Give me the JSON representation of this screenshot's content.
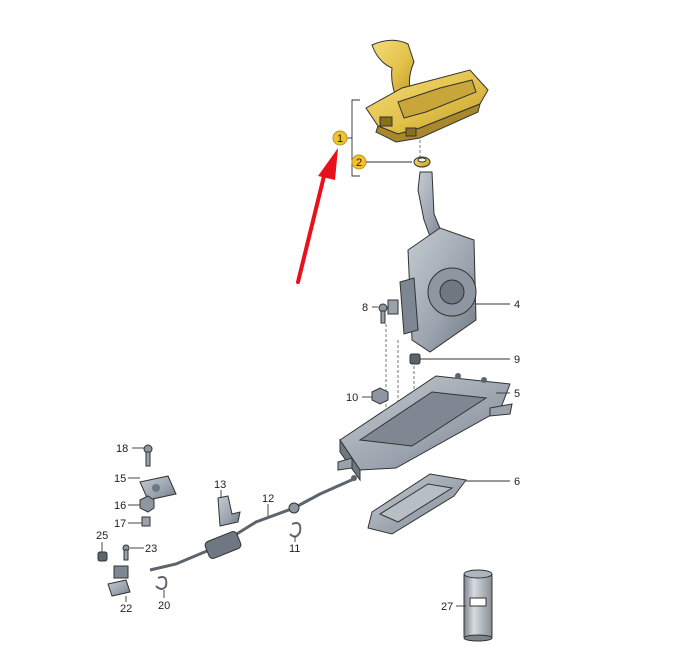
{
  "diagram": {
    "callouts": [
      {
        "id": "c1",
        "text": "1",
        "highlight": true
      },
      {
        "id": "c2",
        "text": "2",
        "highlight": true
      },
      {
        "id": "c4",
        "text": "4"
      },
      {
        "id": "c5",
        "text": "5"
      },
      {
        "id": "c6",
        "text": "6"
      },
      {
        "id": "c8",
        "text": "8"
      },
      {
        "id": "c9",
        "text": "9"
      },
      {
        "id": "c10",
        "text": "10"
      },
      {
        "id": "c11",
        "text": "11"
      },
      {
        "id": "c12",
        "text": "12"
      },
      {
        "id": "c13",
        "text": "13"
      },
      {
        "id": "c15",
        "text": "15"
      },
      {
        "id": "c16",
        "text": "16"
      },
      {
        "id": "c17",
        "text": "17"
      },
      {
        "id": "c18",
        "text": "18"
      },
      {
        "id": "c20",
        "text": "20"
      },
      {
        "id": "c22",
        "text": "22"
      },
      {
        "id": "c23",
        "text": "23"
      },
      {
        "id": "c25",
        "text": "25"
      },
      {
        "id": "c27",
        "text": "27"
      }
    ],
    "colors": {
      "highlight_part": "#e3c24a",
      "highlight_badge": "#f2c12e",
      "metal": "#9aa3ad",
      "metal_dark": "#6f7882",
      "arrow": "#e8101a"
    },
    "pointer_arrow": {
      "icon": "red-arrow-icon",
      "points_to": "1"
    }
  }
}
